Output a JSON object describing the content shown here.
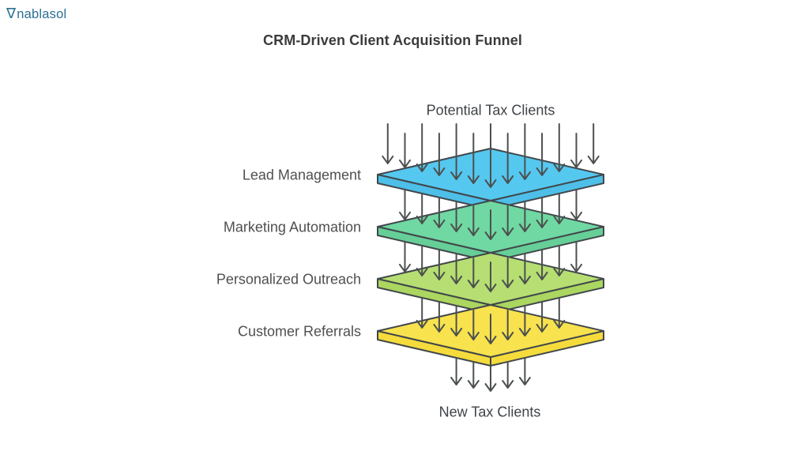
{
  "logo": {
    "glyph": "∇",
    "text": "nablasol",
    "color": "#2C7095"
  },
  "title": "CRM-Driven Client Acquisition Funnel",
  "title_color": "#3B3B3B",
  "funnel": {
    "top_label": "Potential Tax Clients",
    "bottom_label": "New Tax Clients",
    "flow_label_color": "#3F4347",
    "layer_label_color": "#4F4F4F",
    "outline_color": "#41474B",
    "arrow_color": "#4B504E",
    "layers": [
      {
        "label": "Lead Management",
        "fill": "#55C8F0",
        "side": "#4DBFE8"
      },
      {
        "label": "Marketing Automation",
        "fill": "#70D8A2",
        "side": "#65CF97"
      },
      {
        "label": "Personalized Outreach",
        "fill": "#B6DE72",
        "side": "#ABD660"
      },
      {
        "label": "Customer Referrals",
        "fill": "#F8E24E",
        "side": "#F5DC3C"
      }
    ]
  }
}
